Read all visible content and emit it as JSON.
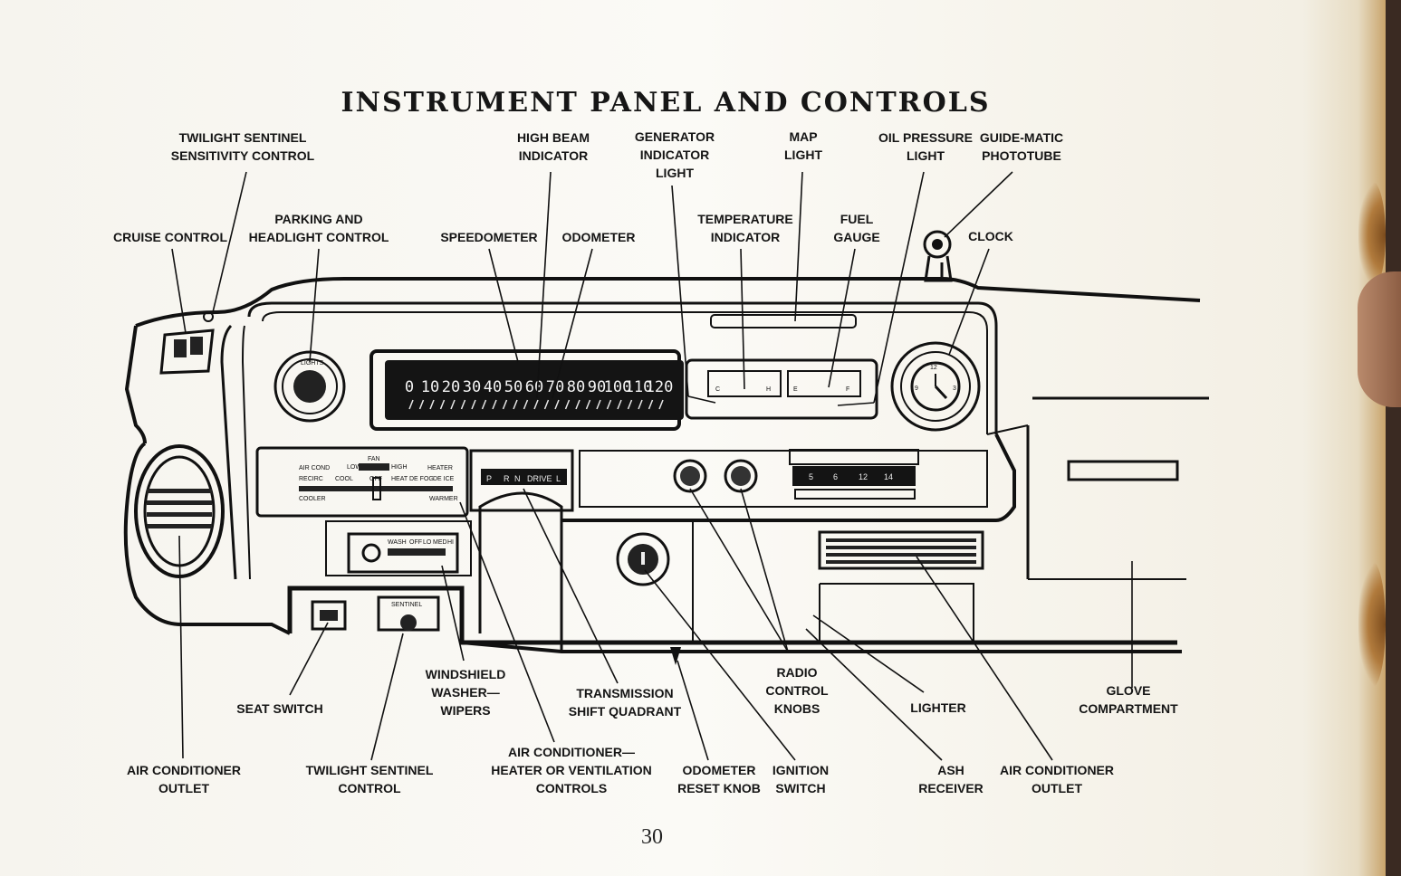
{
  "title": "INSTRUMENT PANEL AND CONTROLS",
  "page_number": "30",
  "callouts": {
    "twilight_sentinel_sensitivity": "TWILIGHT SENTINEL\nSENSITIVITY CONTROL",
    "cruise_control": "CRUISE CONTROL",
    "parking_headlight": "PARKING AND\nHEADLIGHT CONTROL",
    "high_beam": "HIGH BEAM\nINDICATOR",
    "speedometer": "SPEEDOMETER",
    "odometer": "ODOMETER",
    "generator_indicator": "GENERATOR\nINDICATOR\nLIGHT",
    "temperature_indicator": "TEMPERATURE\nINDICATOR",
    "map_light": "MAP\nLIGHT",
    "fuel_gauge": "FUEL\nGAUGE",
    "oil_pressure": "OIL PRESSURE\nLIGHT",
    "guide_matic": "GUIDE-MATIC\nPHOTOTUBE",
    "clock": "CLOCK",
    "seat_switch": "SEAT SWITCH",
    "windshield_washer": "WINDSHIELD\nWASHER—\nWIPERS",
    "transmission_shift": "TRANSMISSION\nSHIFT QUADRANT",
    "radio_knobs": "RADIO\nCONTROL\nKNOBS",
    "lighter": "LIGHTER",
    "glove_compartment": "GLOVE\nCOMPARTMENT",
    "ac_outlet_left": "AIR CONDITIONER\nOUTLET",
    "twilight_sentinel_control": "TWILIGHT SENTINEL\nCONTROL",
    "ac_heater_controls": "AIR CONDITIONER—\nHEATER OR VENTILATION\nCONTROLS",
    "odometer_reset": "ODOMETER\nRESET KNOB",
    "ignition_switch": "IGNITION\nSWITCH",
    "ash_receiver": "ASH\nRECEIVER",
    "ac_outlet_right": "AIR CONDITIONER\nOUTLET"
  },
  "dash_markings": {
    "speedometer_scale": [
      "0",
      "10",
      "20",
      "30",
      "40",
      "50",
      "60",
      "70",
      "80",
      "90",
      "100",
      "110",
      "120"
    ],
    "temp_gauge": [
      "C",
      "H"
    ],
    "fuel_gauge": [
      "E",
      "F"
    ],
    "shift_quadrant": [
      "P",
      "R",
      "N",
      "DRIVE",
      "L"
    ],
    "hvac_labels": [
      "AIR COND",
      "HEATER",
      "FAN",
      "LOW",
      "HIGH",
      "RECIRC",
      "COOL",
      "OFF",
      "HEAT",
      "DE FOG",
      "DE ICE",
      "COOLER",
      "WARMER"
    ],
    "sentinel_plate": "SENTINEL",
    "radio_dial": [
      "5",
      "6",
      "12",
      "14"
    ],
    "clock_numerals": [
      "12",
      "3",
      "9"
    ],
    "wiper_switch": [
      "WASH",
      "OFF",
      "LO",
      "MED",
      "HI"
    ],
    "headlight_knob": "LIGHTS"
  }
}
